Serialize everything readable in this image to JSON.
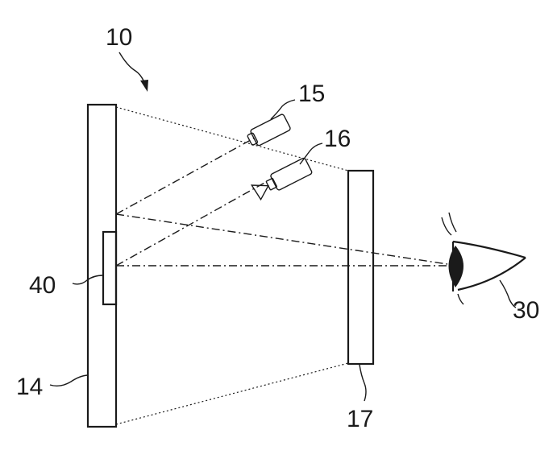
{
  "labels": {
    "system": "10",
    "camera_15": "15",
    "camera_16": "16",
    "marker": "40",
    "eye": "30",
    "left_panel": "14",
    "right_panel": "17"
  },
  "colors": {
    "ink": "#1a1a1a",
    "background": "#ffffff"
  }
}
